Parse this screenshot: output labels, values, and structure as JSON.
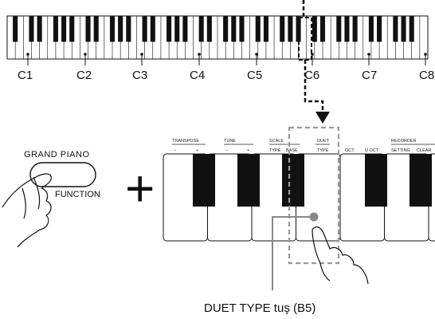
{
  "octave_labels": [
    "C1",
    "C2",
    "C3",
    "C4",
    "C5",
    "C6",
    "C7",
    "C8"
  ],
  "panel_labels": {
    "transpose": "TRANSPOSE",
    "transpose_minus": "−",
    "transpose_plus": "+",
    "tune": "TUNE",
    "tune_minus": "−",
    "tune_plus": "+",
    "scale": "SCALE",
    "scale_type": "TYPE",
    "scale_base": "BASE",
    "duet": "DUET",
    "duet_type": "TYPE",
    "oct": "OCT.",
    "u_oct": "U OCT.",
    "recorder": "RECORDER",
    "recorder_setting": "SETTING",
    "recorder_clear": "CLEAR"
  },
  "button": {
    "top_label": "GRAND PIANO",
    "bottom_label": "FUNCTION"
  },
  "plus_sign": "+",
  "caption": "DUET TYPE tuş (B5)"
}
